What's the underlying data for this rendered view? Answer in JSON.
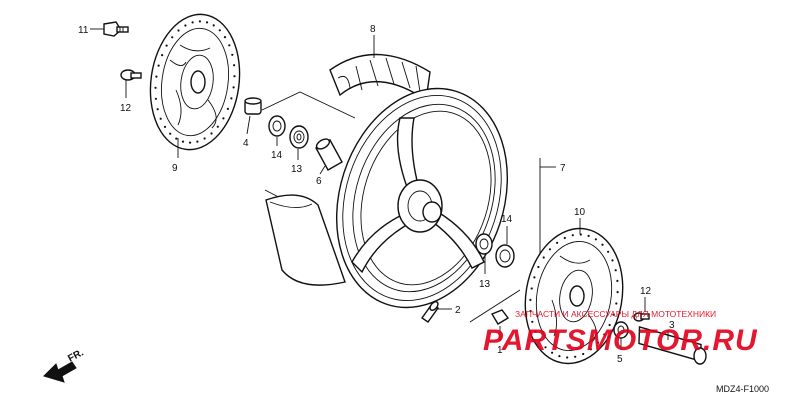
{
  "diagram": {
    "callouts": [
      {
        "key": "c11",
        "label": "11"
      },
      {
        "key": "c12a",
        "label": "12"
      },
      {
        "key": "c9",
        "label": "9"
      },
      {
        "key": "c4",
        "label": "4"
      },
      {
        "key": "c14a",
        "label": "14"
      },
      {
        "key": "c13a",
        "label": "13"
      },
      {
        "key": "c6",
        "label": "6"
      },
      {
        "key": "c8",
        "label": "8"
      },
      {
        "key": "c7",
        "label": "7"
      },
      {
        "key": "c14b",
        "label": "14"
      },
      {
        "key": "c13b",
        "label": "13"
      },
      {
        "key": "c10",
        "label": "10"
      },
      {
        "key": "c2",
        "label": "2"
      },
      {
        "key": "c1",
        "label": "1"
      },
      {
        "key": "c12b",
        "label": "12"
      },
      {
        "key": "c3",
        "label": "3"
      },
      {
        "key": "c5",
        "label": "5"
      }
    ],
    "direction_label": "FR.",
    "diagram_code": "MDZ4-F1000",
    "watermark": {
      "brand": "PARTSMOTOR.RU",
      "tagline": "ЗАПЧАСТИ И АКСЕССУАРЫ ДЛЯ МОТОТЕХНИКИ",
      "color": "#e0001a"
    },
    "colors": {
      "line": "#111111",
      "paper": "#ffffff"
    }
  }
}
